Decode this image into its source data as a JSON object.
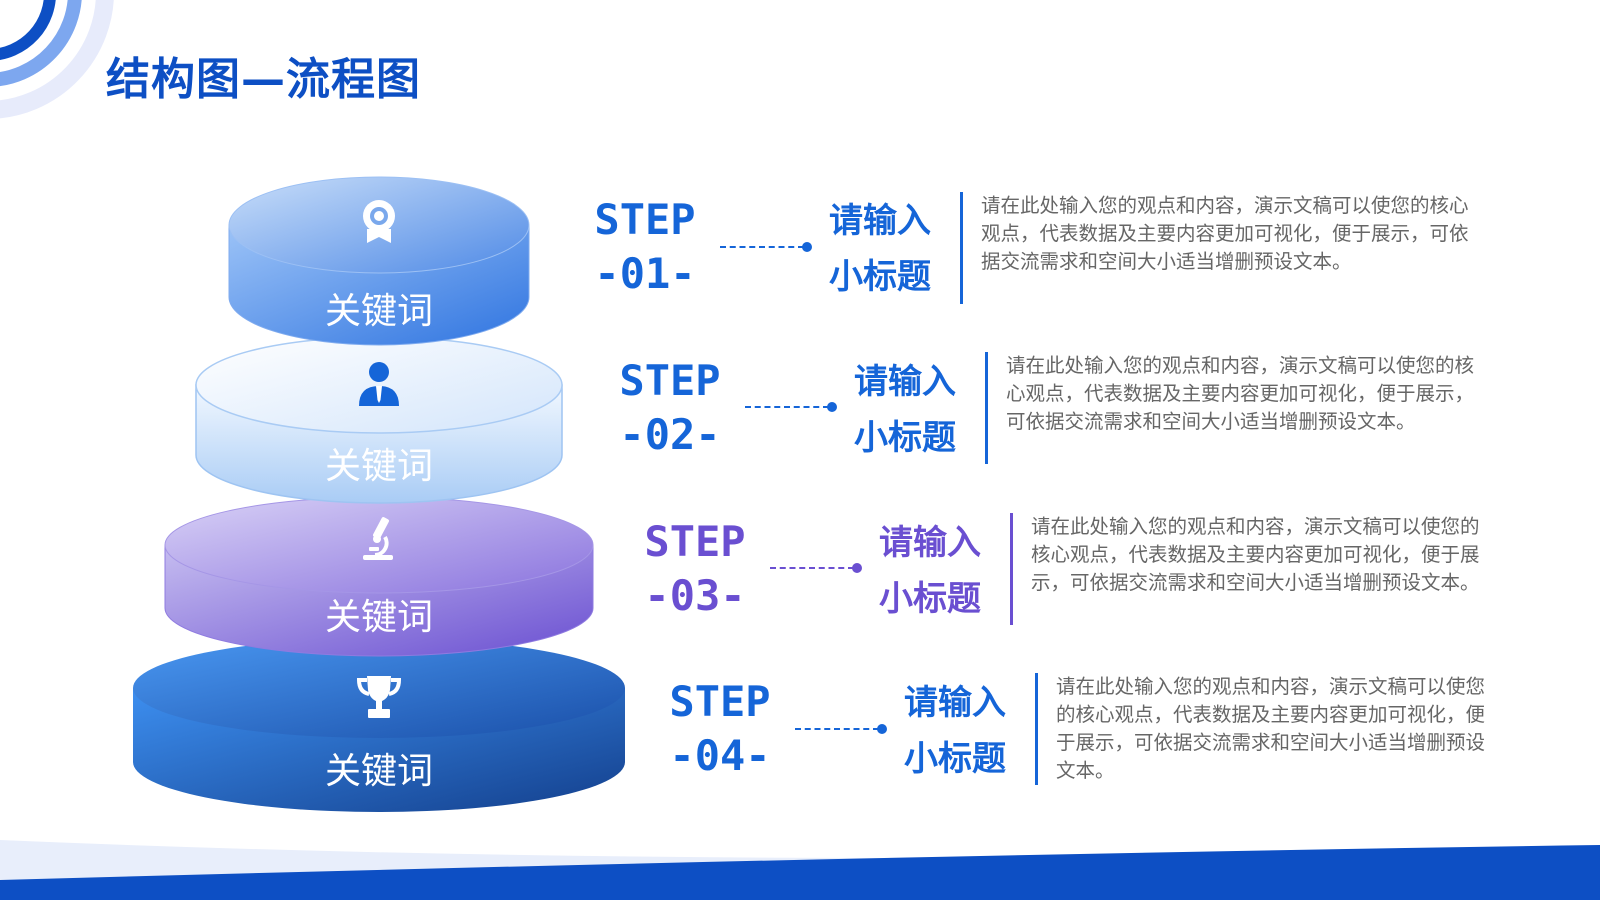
{
  "page": {
    "title": "结构图—流程图"
  },
  "colors": {
    "brand_blue": "#0d4fc4",
    "step_blue": "#1565d8",
    "step_purple": "#6a4fd1",
    "text_gray": "#666666"
  },
  "steps": [
    {
      "icon": "webcam-icon",
      "keyword": "关键词",
      "step_word": "STEP",
      "step_num": "-01-",
      "subtitle_line1": "请输入",
      "subtitle_line2": "小标题",
      "description": "请在此处输入您的观点和内容，演示文稿可以使您的核心观点，代表数据及主要内容更加可视化，便于展示，可依据交流需求和空间大小适当增删预设文本。",
      "accent": "#1565d8"
    },
    {
      "icon": "user-icon",
      "keyword": "关键词",
      "step_word": "STEP",
      "step_num": "-02-",
      "subtitle_line1": "请输入",
      "subtitle_line2": "小标题",
      "description": "请在此处输入您的观点和内容，演示文稿可以使您的核心观点，代表数据及主要内容更加可视化，便于展示，可依据交流需求和空间大小适当增删预设文本。",
      "accent": "#1565d8"
    },
    {
      "icon": "microscope-icon",
      "keyword": "关键词",
      "step_word": "STEP",
      "step_num": "-03-",
      "subtitle_line1": "请输入",
      "subtitle_line2": "小标题",
      "description": "请在此处输入您的观点和内容，演示文稿可以使您的核心观点，代表数据及主要内容更加可视化，便于展示，可依据交流需求和空间大小适当增删预设文本。",
      "accent": "#6a4fd1"
    },
    {
      "icon": "trophy-icon",
      "keyword": "关键词",
      "step_word": "STEP",
      "step_num": "-04-",
      "subtitle_line1": "请输入",
      "subtitle_line2": "小标题",
      "description": "请在此处输入您的观点和内容，演示文稿可以使您的核心观点，代表数据及主要内容更加可视化，便于展示，可依据交流需求和空间大小适当增删预设文本。",
      "accent": "#1565d8"
    }
  ]
}
